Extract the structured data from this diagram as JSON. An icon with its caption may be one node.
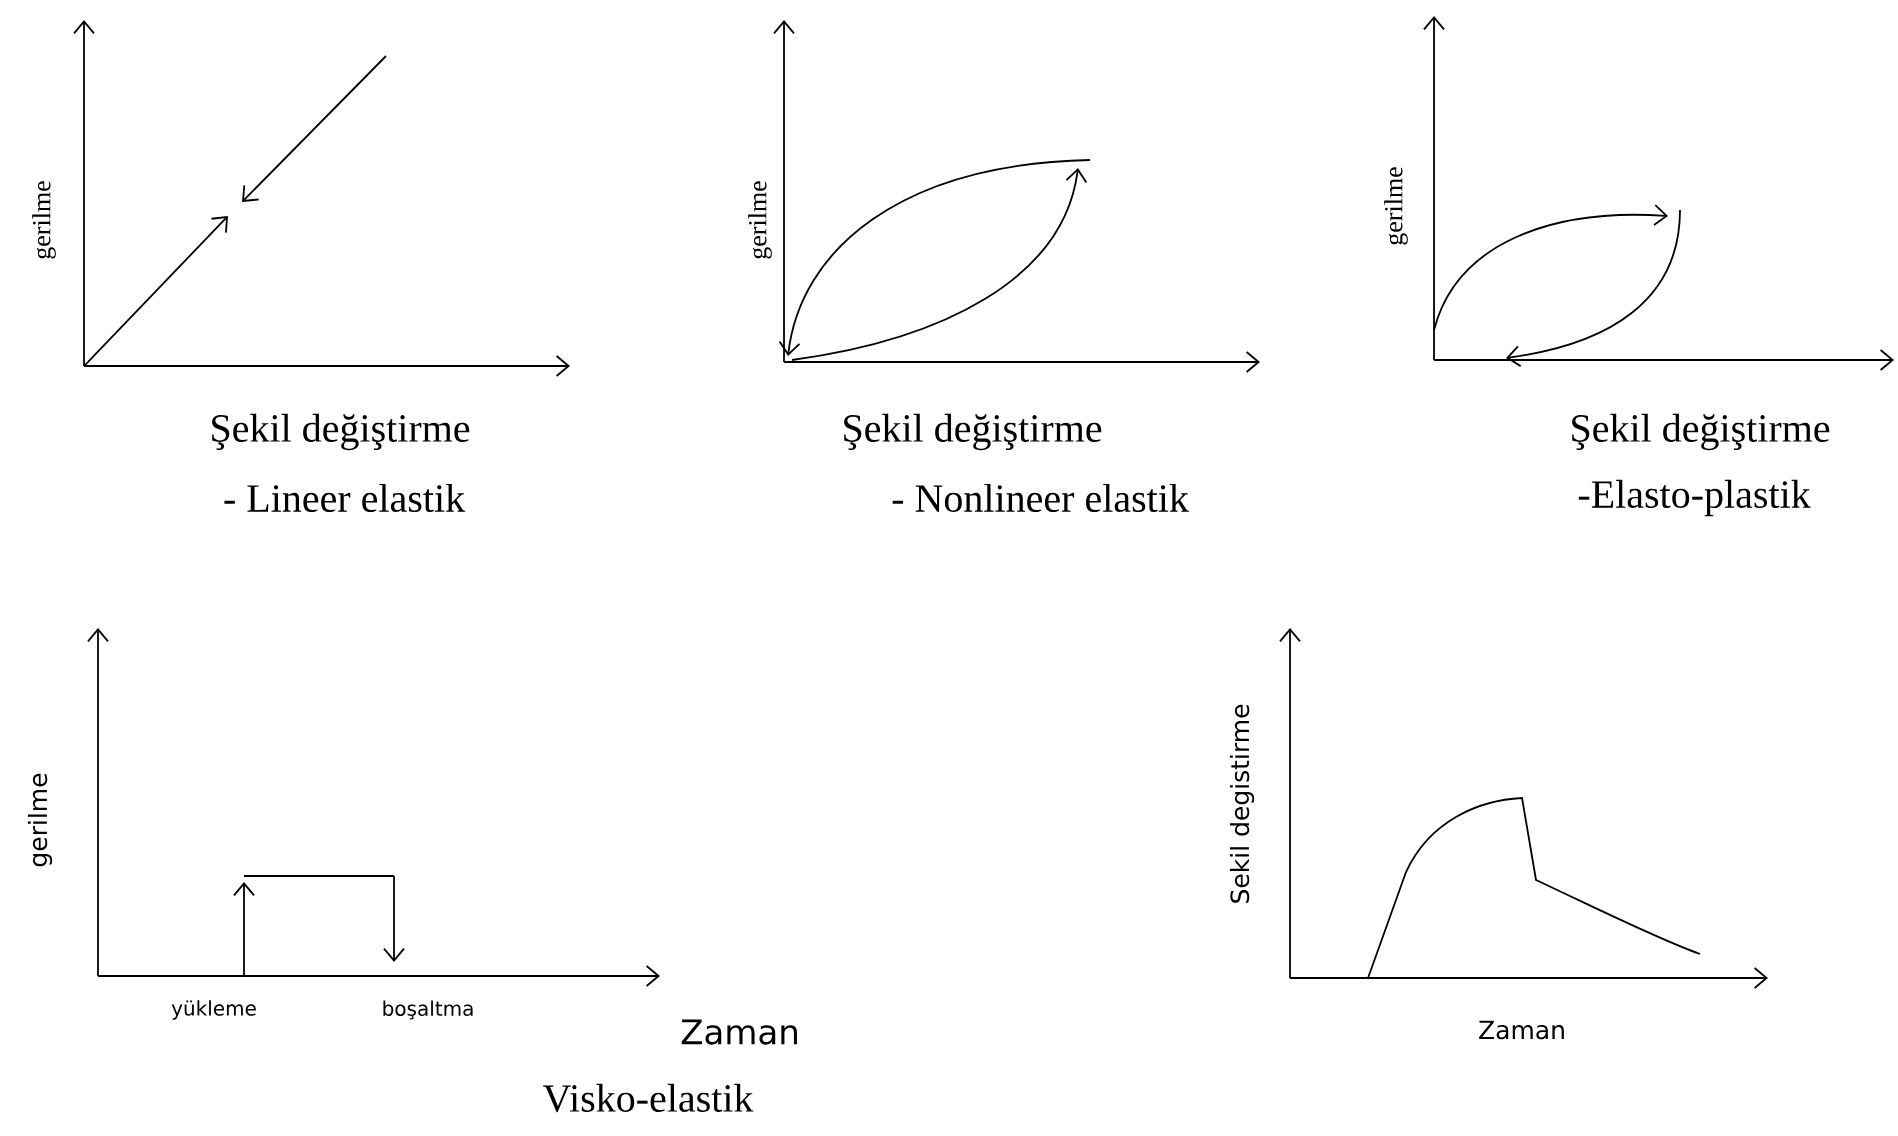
{
  "diagram": {
    "labels": [
      "gerilme",
      "Şekil değiştirme",
      "- Lineer elastik",
      "gerilme",
      "Şekil değiştirme",
      "- Nonlineer elastik",
      "gerilme",
      "Şekil değiştirme",
      "-Elasto-plastik",
      "gerilme",
      "yükleme",
      "boşaltma",
      "Zaman",
      "Visko-elastik",
      "Sekil degistirme",
      "Zaman"
    ]
  }
}
